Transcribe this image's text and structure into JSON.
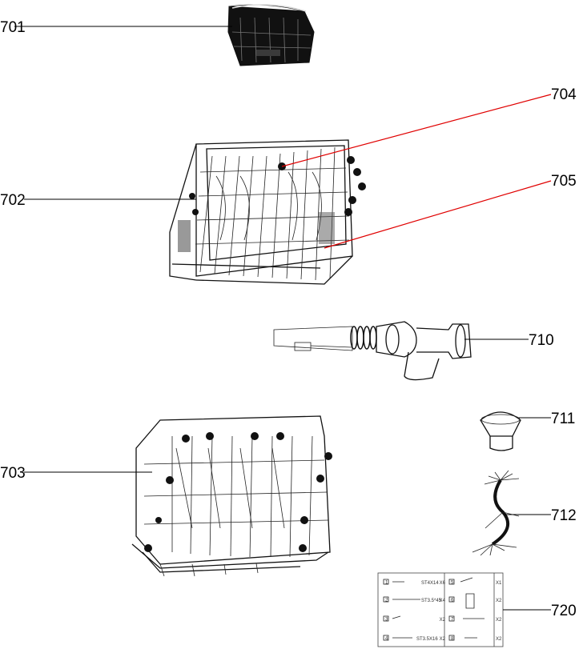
{
  "callouts": {
    "p701": "701",
    "p702": "702",
    "p703": "703",
    "p704": "704",
    "p705": "705",
    "p710": "710",
    "p711": "711",
    "p712": "712",
    "p720": "720"
  },
  "kit": {
    "r1": {
      "num": "1",
      "spec": "ST4X14",
      "qty": "X6",
      "num2": "5",
      "qty2": "X1"
    },
    "r2": {
      "num": "2",
      "spec": "ST3.5*45",
      "qty": "X4",
      "num2": "6",
      "qty2": "X2"
    },
    "r3": {
      "num": "3",
      "spec": "",
      "qty": "X2",
      "num2": "7",
      "qty2": "X2"
    },
    "r4": {
      "num": "4",
      "spec": "ST3.5X16",
      "qty": "X2",
      "num2": "8",
      "qty2": "X2"
    }
  },
  "colors": {
    "leader": "#000000",
    "highlight_leader": "#e00000",
    "outline": "#111111"
  }
}
